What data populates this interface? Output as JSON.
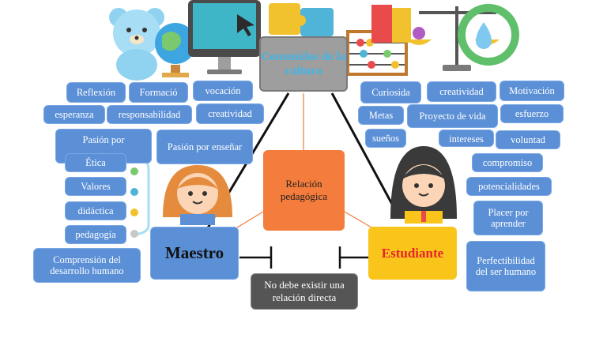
{
  "center": {
    "title": "Contenidos de la cultura",
    "middle": "Relación pedagógica"
  },
  "maestro": {
    "label": "Maestro",
    "tags_top": [
      "Reflexión",
      "Formació",
      "vocación",
      "esperanza",
      "responsabilidad",
      "creatividad"
    ],
    "tags_mid": [
      "Pasión por",
      "Pasión por enseñar"
    ],
    "list": [
      "Ética",
      "Valores",
      "didáctica",
      "pedagogía"
    ],
    "bottom": "Comprensión del desarrollo humano"
  },
  "estudiante": {
    "label": "Estudiante",
    "tags": [
      "Curiosida",
      "creatividad",
      "Motivación",
      "Metas",
      "Proyecto de vida",
      "esfuerzo",
      "sueños",
      "intereses",
      "voluntad",
      "compromiso",
      "potencialidades",
      "Placer por aprender",
      "Perfectibilidad del ser humano"
    ]
  },
  "note": "No debe existir una relación directa",
  "colors": {
    "tag": "#5b8fd6",
    "orange": "#f47c3c",
    "gray": "#9e9e9e",
    "yellow": "#f9c51b",
    "dark": "#555555",
    "maestro_box": "#5b8fd6"
  }
}
